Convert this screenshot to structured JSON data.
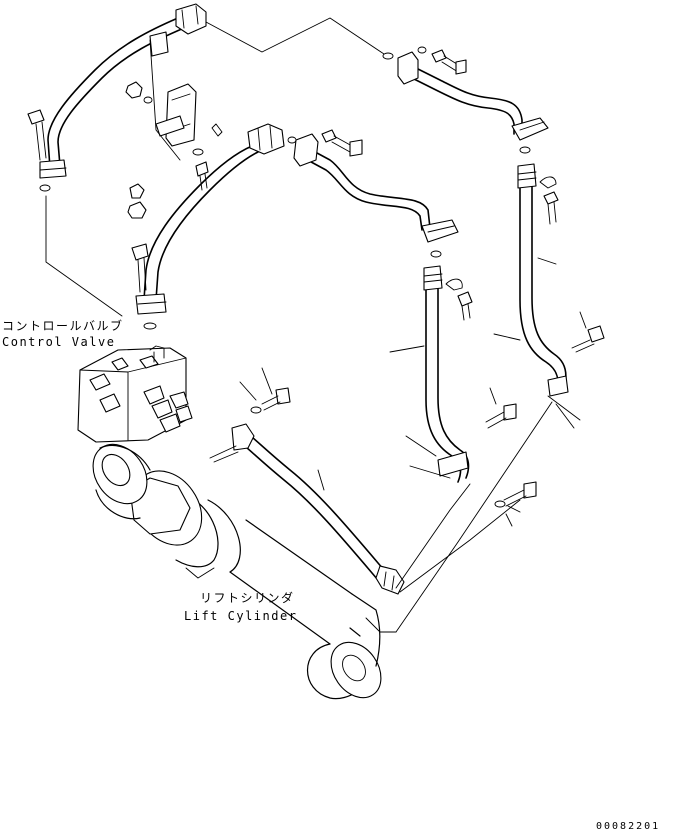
{
  "labels": {
    "control_valve_jp": "コントロールバルブ",
    "control_valve_en": "Control Valve",
    "lift_cylinder_jp": "リフトシリンダ",
    "lift_cylinder_en": "Lift Cylinder"
  },
  "drawing_number": "00082201"
}
